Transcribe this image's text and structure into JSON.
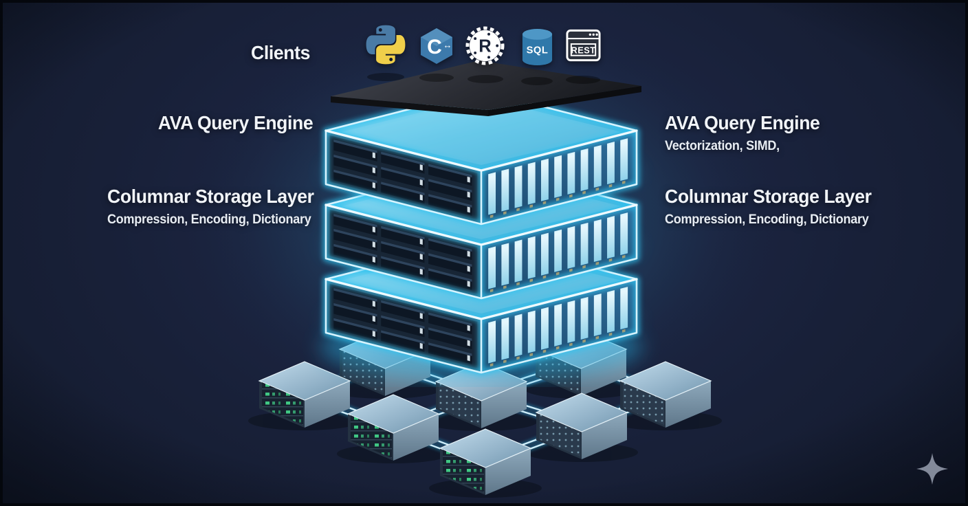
{
  "clients": {
    "label": "Clients",
    "icons": [
      {
        "name": "python-icon"
      },
      {
        "name": "cpp-icon",
        "letter": "C",
        "mark": "↔"
      },
      {
        "name": "rust-icon",
        "letter": "R"
      },
      {
        "name": "sql-icon",
        "label": "SQL"
      },
      {
        "name": "rest-icon",
        "label": "REST"
      }
    ]
  },
  "left_labels": {
    "query_engine": {
      "title": "AVA Query Engine"
    },
    "storage": {
      "title": "Columnar Storage Layer",
      "subtitle": "Compression, Encoding, Dictionary"
    }
  },
  "right_labels": {
    "query_engine": {
      "title": "AVA Query Engine",
      "subtitle": "Vectorization, SIMD,"
    },
    "storage": {
      "title": "Columnar Storage Layer",
      "subtitle": "Compression, Encoding, Dictionary"
    }
  },
  "colors": {
    "background": "#182038",
    "neon_edge": "#d6f4ff",
    "neon_glow": "#2ec2f0",
    "layer_top": "#5fc9e9",
    "node_led_green": "#43d98c",
    "text": "#f1f4f8",
    "sparkle": "#98a0b0"
  },
  "watermark": {
    "name": "sparkle-icon"
  }
}
